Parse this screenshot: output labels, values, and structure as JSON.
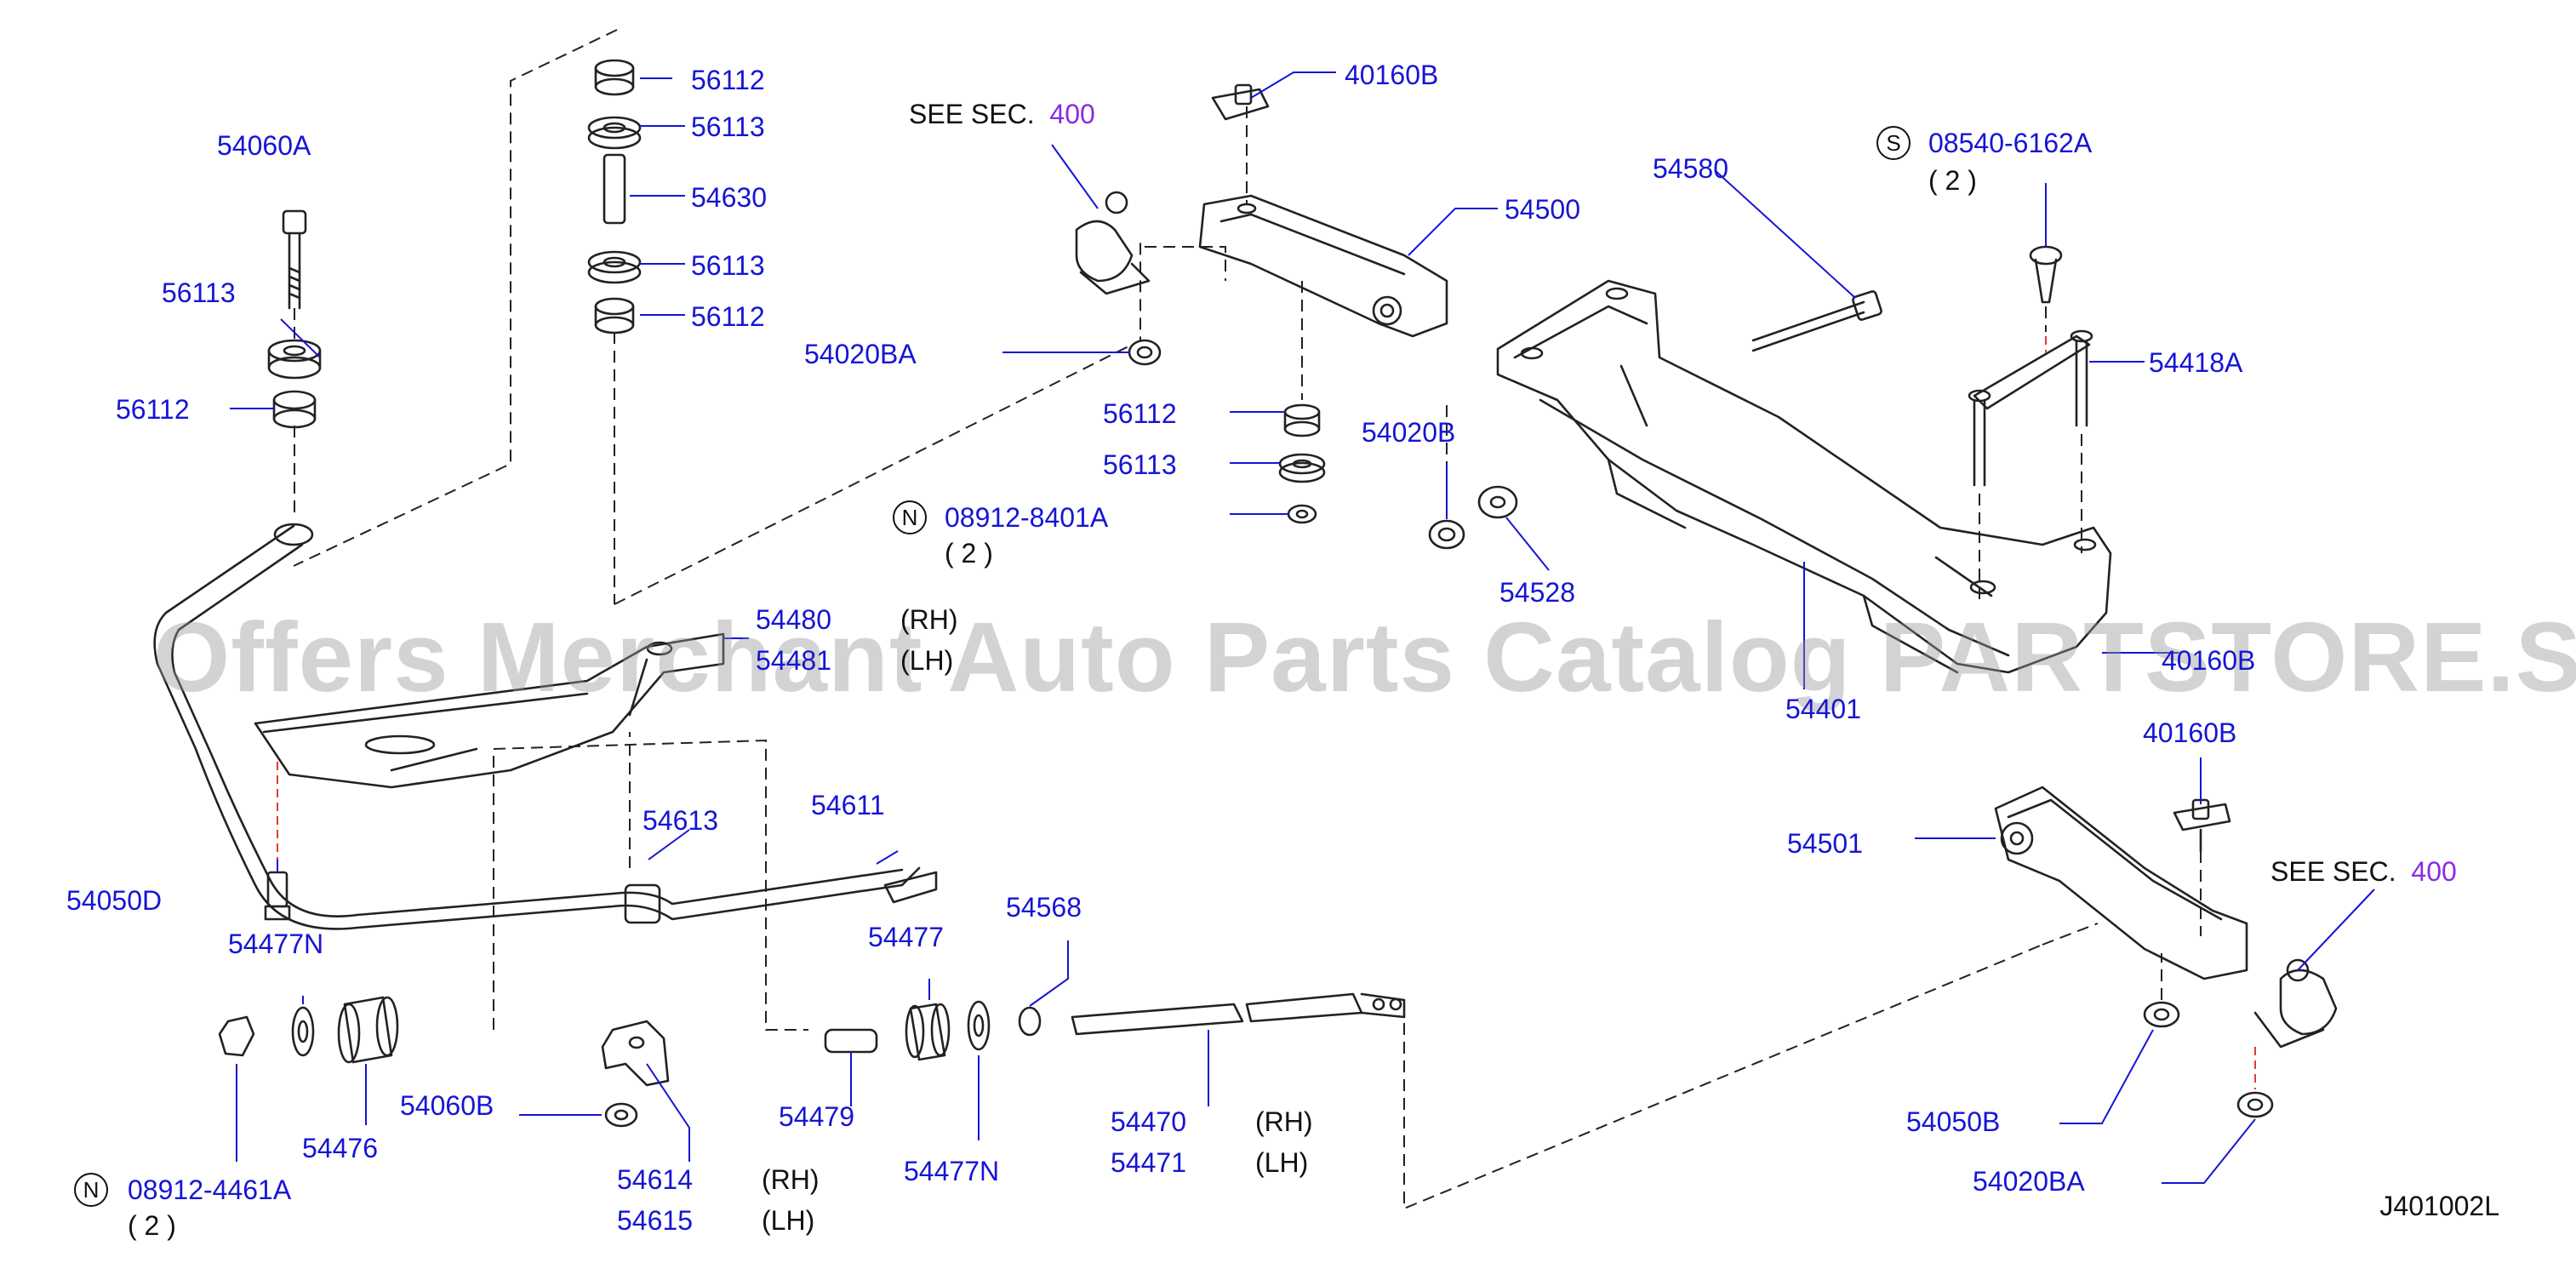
{
  "figure_code": "J401002L",
  "watermark": "Offers Merchant Auto Parts Catalog PARTSTORE.SA",
  "see_sec": {
    "text": "SEE   SEC.",
    "number": "400"
  },
  "colors": {
    "part_number": "#1515d4",
    "section_ref": "#8a2be2",
    "line": "#222222",
    "red_dash": "#e53935"
  },
  "parts": {
    "p54060A": "54060A",
    "p56113_l": "56113",
    "p56112_l": "56112",
    "p56112_t1": "56112",
    "p56113_t1": "56113",
    "p54630": "54630",
    "p56113_t2": "56113",
    "p56112_t2": "56112",
    "p40160B_t": "40160B",
    "p54500": "54500",
    "p54020BA_t": "54020BA",
    "p56112_m": "56112",
    "p56113_m": "56113",
    "p08912_8401A": "08912-8401A",
    "p54580": "54580",
    "p08540_6162A": "08540-6162A",
    "p54418A": "54418A",
    "p54020B": "54020B",
    "p54528": "54528",
    "p54480": "54480",
    "p54481": "54481",
    "p54401": "54401",
    "p40160B_b": "40160B",
    "p54501": "54501",
    "p54613": "54613",
    "p54611": "54611",
    "p54050D": "54050D",
    "p54568": "54568",
    "p54477": "54477",
    "p54477N_l": "54477N",
    "p54060B": "54060B",
    "p54476": "54476",
    "p54479": "54479",
    "p54470": "54470",
    "p54471": "54471",
    "p54477N_b": "54477N",
    "p54614": "54614",
    "p54615": "54615",
    "p08912_4461A": "08912-4461A",
    "p54050B": "54050B",
    "p54020BA_b": "54020BA"
  },
  "notes": {
    "qty2": "( 2 )",
    "rh": "(RH)",
    "lh": "(LH)",
    "n": "N",
    "s": "S",
    "cut_label": "40160B"
  }
}
